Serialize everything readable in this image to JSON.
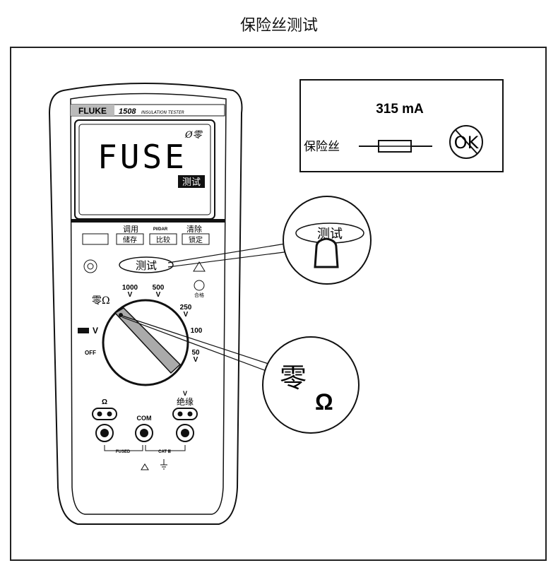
{
  "title": "保险丝测试",
  "meter": {
    "brand": "FLUKE",
    "model": "1508",
    "model_desc": "INSULATION TESTER",
    "display": {
      "main": "FUSE",
      "zero_indicator": "Ø零",
      "test_indicator": "测试"
    },
    "buttons": {
      "recall_label": "调用",
      "store": "储存",
      "pi_dar_label": "PI/DAR",
      "compare": "比较",
      "clear_label": "清除",
      "lock": "锁定",
      "test": "测试"
    },
    "pass_label": "合格",
    "dial": {
      "zero_ohm": "零Ω",
      "v1000": "1000",
      "v500": "500",
      "v250": "250",
      "v100": "100",
      "v50": "50",
      "volt": "V",
      "dc_v": "V",
      "off": "OFF"
    },
    "jacks": {
      "ohm": "Ω",
      "com": "COM",
      "insulation_v": "V",
      "insulation": "绝缘",
      "fused": "FUSED",
      "cat": "CAT Ⅲ"
    }
  },
  "inset": {
    "rating": "315 mA",
    "fuse_label": "保险丝",
    "status": "OK"
  },
  "callouts": {
    "test_button": "测试",
    "zero": "零",
    "ohm": "Ω"
  }
}
